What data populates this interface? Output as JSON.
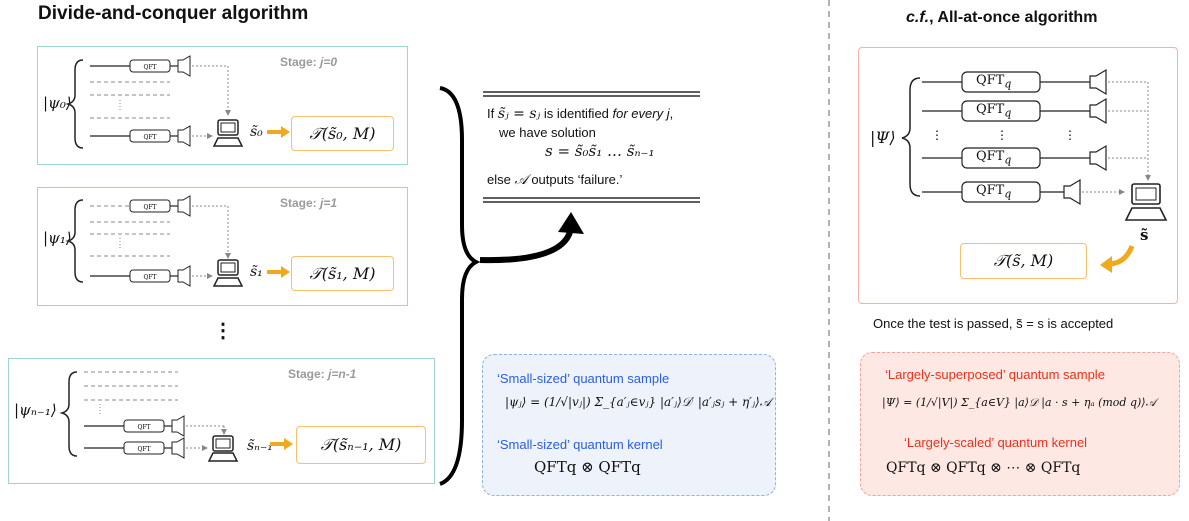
{
  "left": {
    "title": "Divide-and-conquer algorithm",
    "stages": [
      {
        "label_prefix": "Stage: ",
        "label_var": "j=0",
        "ket": "|ψ₀⟩",
        "s": "s̃₀",
        "T": "𝒯(s̃₀, M)",
        "qft": "QFT"
      },
      {
        "label_prefix": "Stage: ",
        "label_var": "j=1",
        "ket": "|ψ₁⟩",
        "s": "s̃₁",
        "T": "𝒯(s̃₁, M)",
        "qft": "QFT"
      },
      {
        "label_prefix": "Stage: ",
        "label_var": "j=n-1",
        "ket": "|ψₙ₋₁⟩",
        "s": "s̃ₙ₋₁",
        "T": "𝒯(s̃ₙ₋₁, M)",
        "qft": "QFT"
      }
    ],
    "ellipsis": "⋮"
  },
  "middle": {
    "line1_a": "If ",
    "line1_eq": "s̃ⱼ = sⱼ",
    "line1_b": " is identified ",
    "line1_it": "for every j",
    "line1_c": ",",
    "line2": "we have solution",
    "line3": "s = s̃₀s̃₁ … s̃ₙ₋₁",
    "line4_a": "else ",
    "line4_A": "𝒜",
    "line4_b": " outputs ‘failure.’"
  },
  "blue_box": {
    "sample_title": "‘Small-sized’ quantum sample",
    "sample_eq": "|ψⱼ⟩ = (1/√|vⱼ|) Σ_{a′ⱼ∈vⱼ} |a′ⱼ⟩𝒟′ |a′ⱼsⱼ + η′ⱼ⟩𝒜",
    "kernel_title": "‘Small-sized’ quantum kernel",
    "kernel_eq": "QFTq ⊗ QFTq"
  },
  "right": {
    "title_it": "c.f.",
    "title_rest": ", All-at-once algorithm",
    "ket": "|Ψ⟩",
    "qft_label": "QFT",
    "qft_sub": "q",
    "s_bold": "s̃",
    "T": "𝒯(s̃, M)",
    "caption": "Once the test is passed, s̃ = s is accepted"
  },
  "red_box": {
    "sample_title": "‘Largely-superposed’ quantum sample",
    "sample_eq": "|Ψ⟩ = (1/√|V|) Σ_{a∈V} |a⟩𝒟 |a · s + ηₐ (mod q)⟩𝒜",
    "kernel_title": "‘Largely-scaled’ quantum kernel",
    "kernel_eq": "QFTq ⊗ QFTq ⊗ ⋯ ⊗ QFTq"
  },
  "colors": {
    "teal": "#9fd3d8",
    "orange": "#f0a81c",
    "blue": "#2a5fe0",
    "red": "#e8321e",
    "pink": "#f5b1a8"
  }
}
